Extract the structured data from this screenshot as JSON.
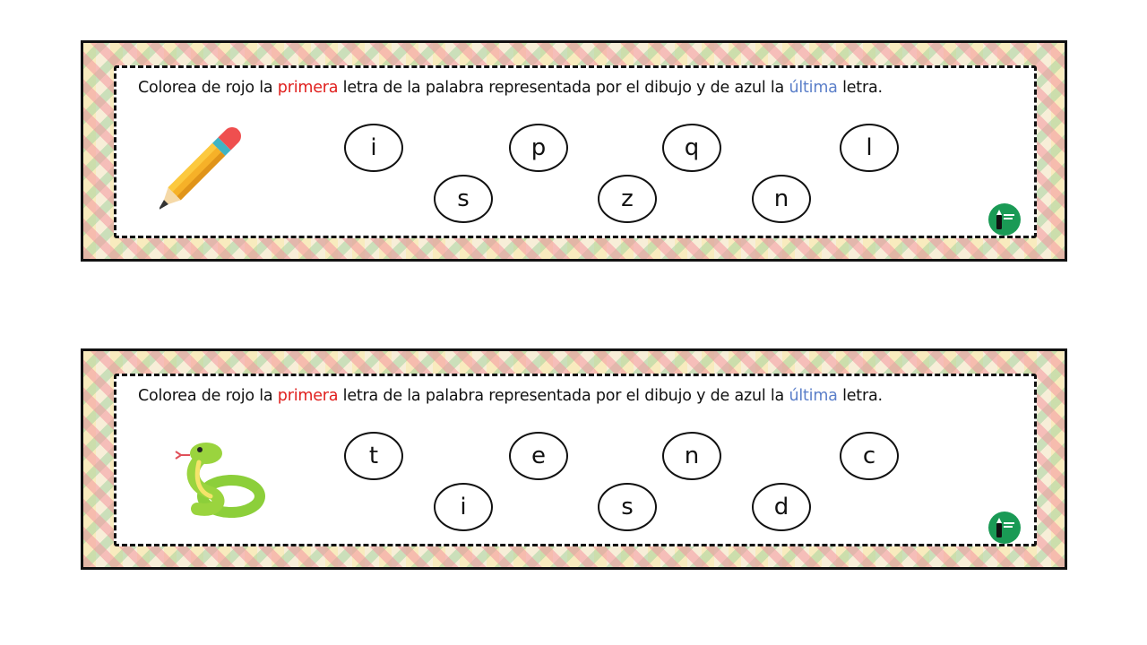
{
  "worksheet": {
    "cards": [
      {
        "picture": "pencil-icon",
        "instruction": {
          "part1": "Colorea de rojo la ",
          "first_word": "primera",
          "part2": " letra de la palabra representada por el dibujo y de azul la ",
          "last_word": "última",
          "part3": " letra."
        },
        "letters": [
          "i",
          "s",
          "p",
          "z",
          "q",
          "n",
          "l"
        ]
      },
      {
        "picture": "snake-icon",
        "instruction": {
          "part1": "Colorea de rojo la ",
          "first_word": "primera",
          "part2": " letra de la palabra representada por el dibujo y de azul la ",
          "last_word": "última",
          "part3": " letra."
        },
        "letters": [
          "t",
          "i",
          "e",
          "s",
          "n",
          "d",
          "c"
        ]
      }
    ],
    "colors": {
      "first_letter_color": "#e0201e",
      "last_letter_color": "#5b7fc9",
      "logo_color": "#1a9a55"
    },
    "logo_icon": "orientacion-andujar-logo-icon"
  }
}
